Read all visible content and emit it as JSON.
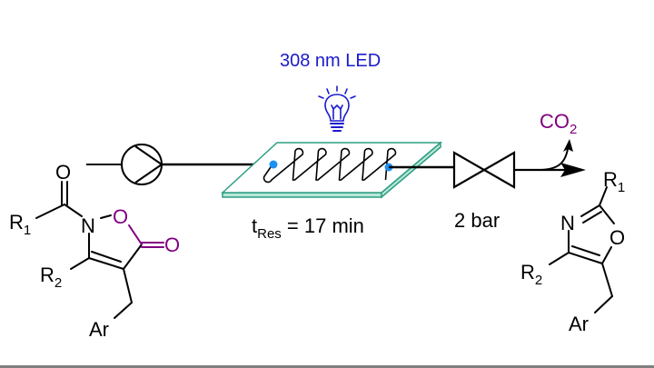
{
  "colors": {
    "bond": "#000000",
    "highlight": "#800080",
    "led": "#1a1acc",
    "chip": "#2e9e84",
    "chip_fill": "#b8e6d8",
    "port": "#1e90f0",
    "rule": "#808080"
  },
  "led": {
    "label": "308 nm LED",
    "icon": "lightbulb-icon"
  },
  "reactor": {
    "residence_prefix": "t",
    "residence_sub": "Res",
    "residence_value": " = 17 min"
  },
  "bpr": {
    "label": "2 bar"
  },
  "byproduct": {
    "main": "CO",
    "sub": "2"
  },
  "reactant": {
    "atoms": {
      "carbonyl_o": "O",
      "n": "N",
      "ring_o": "O",
      "exo_o": "O",
      "r1": "R",
      "r1_sub": "1",
      "r2": "R",
      "r2_sub": "2",
      "ar": "Ar"
    }
  },
  "product": {
    "atoms": {
      "n": "N",
      "o": "O",
      "r1": "R",
      "r1_sub": "1",
      "r2": "R",
      "r2_sub": "2",
      "ar": "Ar"
    }
  }
}
